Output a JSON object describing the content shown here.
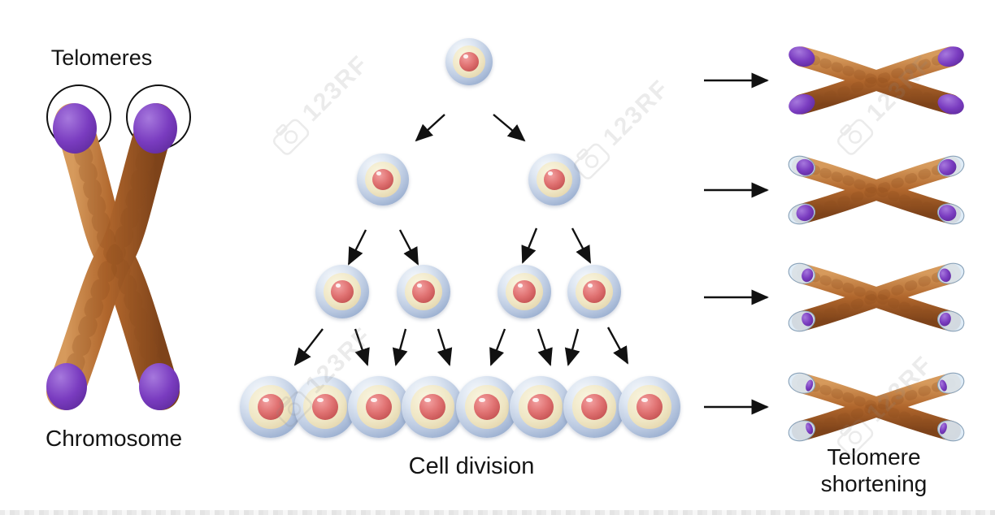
{
  "diagram": {
    "left": {
      "top_label": "Telomeres",
      "bottom_label": "Chromosome"
    },
    "center": {
      "label": "Cell division",
      "generation_cell_counts": [
        1,
        2,
        4,
        8
      ]
    },
    "right": {
      "label_line1": "Telomere",
      "label_line2": "shortening",
      "stages": [
        {
          "telomere_length_pct": 100
        },
        {
          "telomere_length_pct": 66
        },
        {
          "telomere_length_pct": 42
        },
        {
          "telomere_length_pct": 22
        }
      ]
    },
    "watermark": {
      "text": "123RF"
    }
  },
  "colors": {
    "chromosome_body": "#a85c28",
    "telomere": "#6b2fb3",
    "telomere_lost_sheath": "#dceaf6",
    "cell_outer": "#b9c8e0",
    "cell_cytoplasm": "#efe6c4",
    "cell_nucleus": "#d96060",
    "arrow": "#111111",
    "label_text": "#141414"
  }
}
